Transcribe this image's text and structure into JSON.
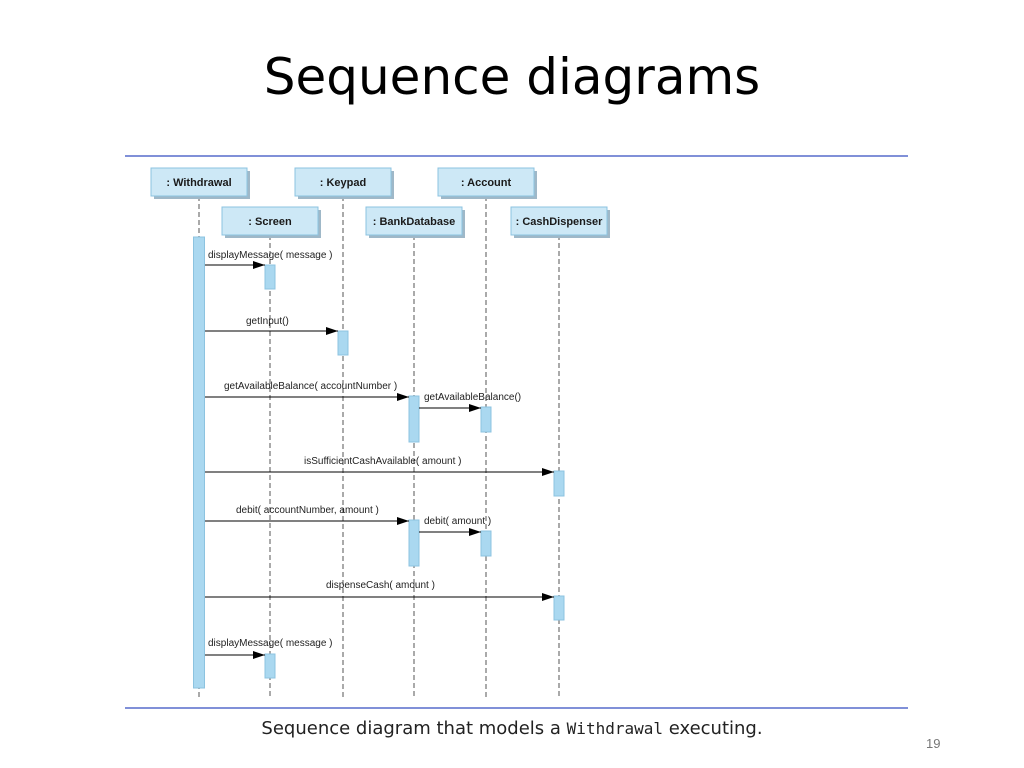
{
  "slide": {
    "title": "Sequence diagrams",
    "page_number": "19"
  },
  "caption": {
    "prefix": "Sequence diagram that models a ",
    "code": "Withdrawal",
    "suffix": " executing."
  },
  "colors": {
    "object_fill": "#cde8f6",
    "object_border": "#8cc3e0",
    "activation_fill": "#aad8f0",
    "rule": "#8090d8",
    "line": "#000000"
  },
  "diagram": {
    "objects": [
      {
        "id": "withdrawal",
        "label": ": Withdrawal"
      },
      {
        "id": "screen",
        "label": ": Screen"
      },
      {
        "id": "keypad",
        "label": ": Keypad"
      },
      {
        "id": "bankdatabase",
        "label": ": BankDatabase"
      },
      {
        "id": "account",
        "label": ": Account"
      },
      {
        "id": "cashdispenser",
        "label": ": CashDispenser"
      }
    ],
    "messages": [
      {
        "from": "withdrawal",
        "to": "screen",
        "label": "displayMessage( message )"
      },
      {
        "from": "withdrawal",
        "to": "keypad",
        "label": "getInput()"
      },
      {
        "from": "withdrawal",
        "to": "bankdatabase",
        "label": "getAvailableBalance( accountNumber )"
      },
      {
        "from": "bankdatabase",
        "to": "account",
        "label": "getAvailableBalance()"
      },
      {
        "from": "withdrawal",
        "to": "cashdispenser",
        "label": "isSufficientCashAvailable( amount )"
      },
      {
        "from": "withdrawal",
        "to": "bankdatabase",
        "label": "debit( accountNumber, amount )"
      },
      {
        "from": "bankdatabase",
        "to": "account",
        "label": "debit( amount )"
      },
      {
        "from": "withdrawal",
        "to": "cashdispenser",
        "label": "dispenseCash( amount )"
      },
      {
        "from": "withdrawal",
        "to": "screen",
        "label": "displayMessage( message )"
      }
    ]
  }
}
